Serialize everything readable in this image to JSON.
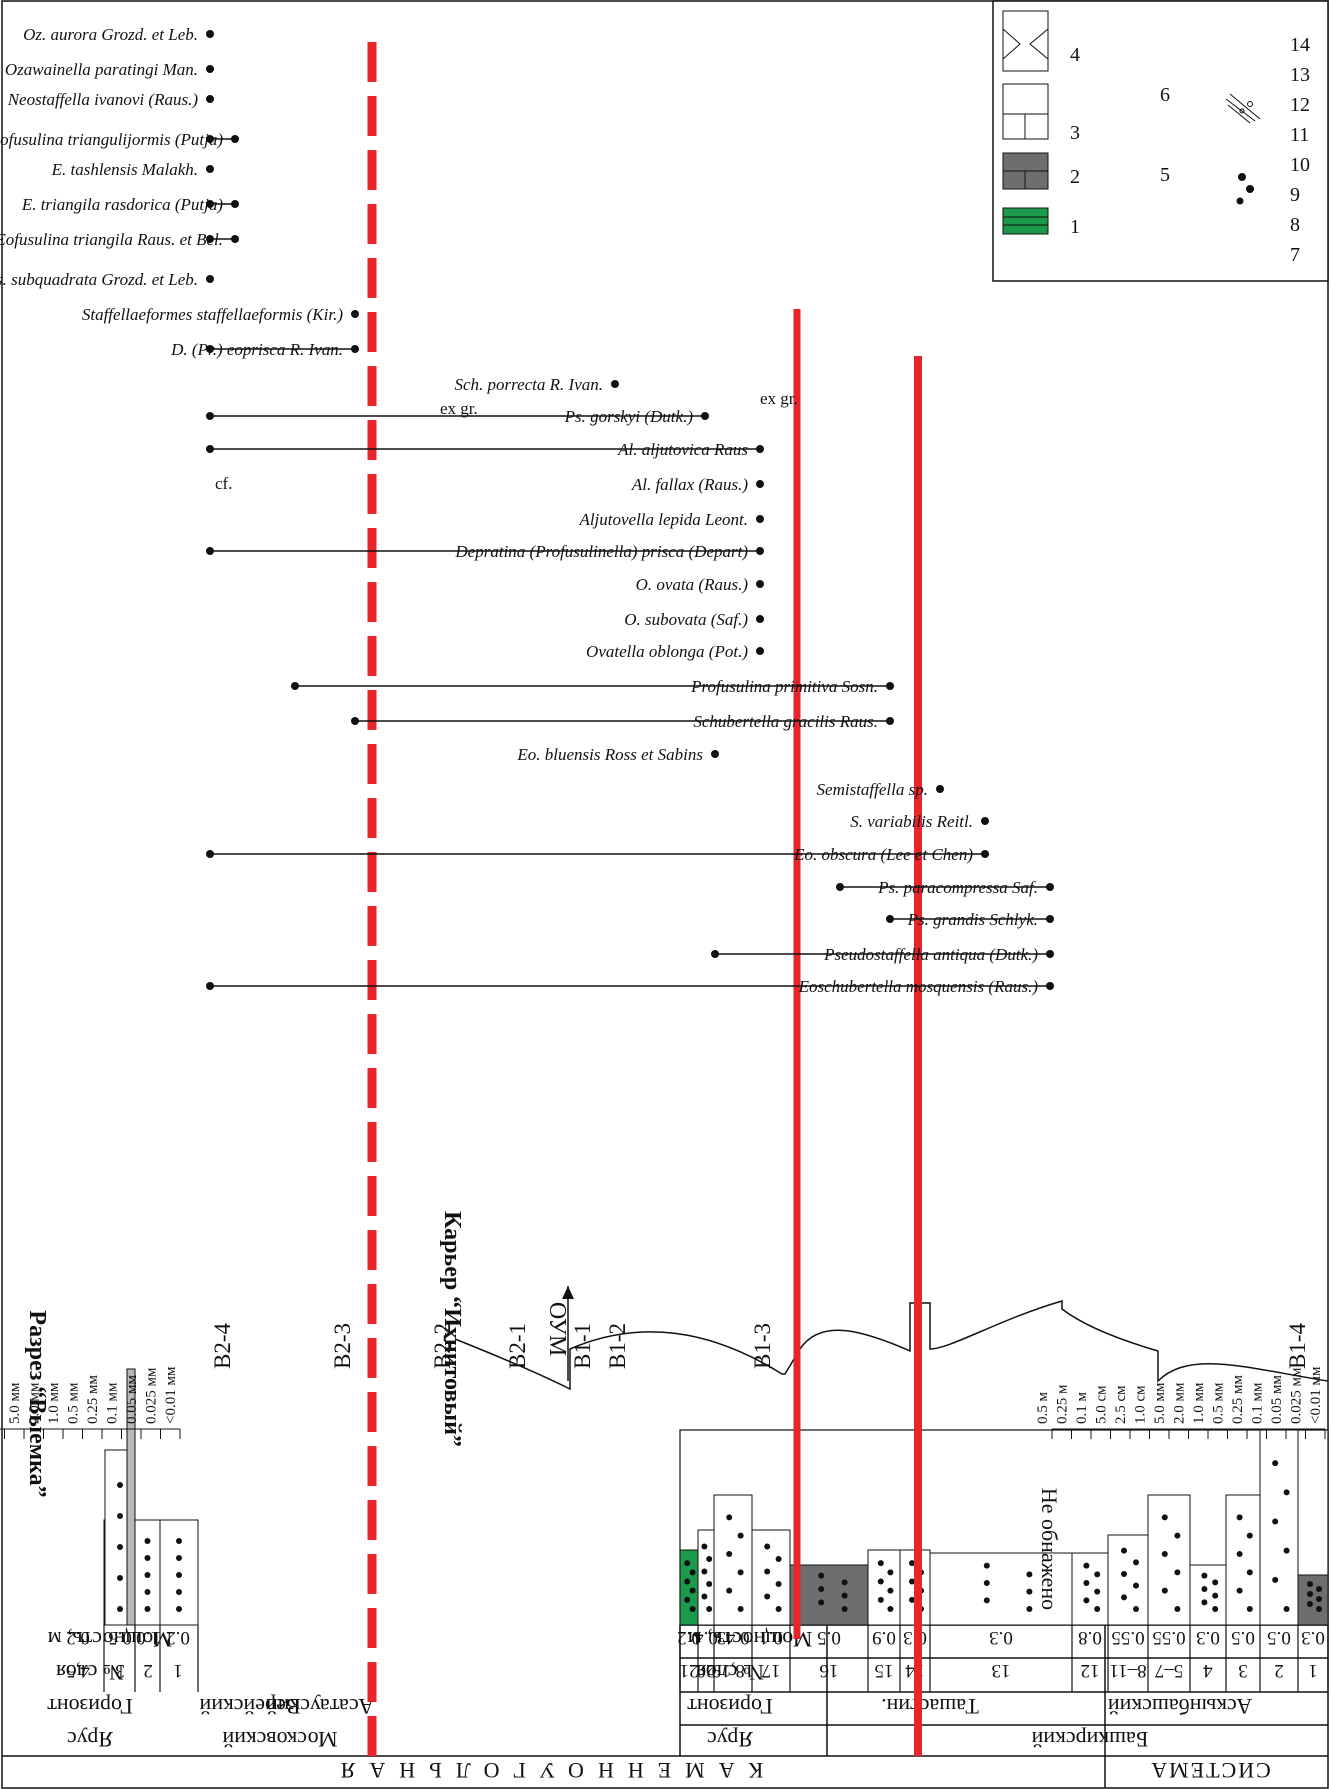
{
  "header": {
    "system_label": "СИСТЕМА",
    "system_value": "КАМЕННОУГОЛЬНАЯ",
    "stage_label": "Ярус",
    "horizon_label": "Горизонт",
    "layer_label": "№ слоя",
    "thickness_label": "Мощность, м"
  },
  "section_a": {
    "title": "Разрез “Выемка”",
    "stage": "Московский",
    "horizon": "Верейский",
    "layers": [
      "4,5",
      "3",
      "2",
      "1"
    ],
    "thickness": [
      "0.2",
      "0.5",
      "1.0",
      "0.2"
    ]
  },
  "section_b": {
    "title": "Карьер “Ихнитовый”",
    "stage": "Башкирский",
    "horizons": [
      "Асатауский",
      "Ташастин.",
      "Аскынбашский"
    ],
    "layers": [
      "21",
      "20",
      "18,19",
      "17",
      "16",
      "15",
      "14",
      "13",
      "12",
      "8–11",
      "5–7",
      "4",
      "3",
      "2",
      "1"
    ],
    "thickness": [
      "0.2",
      "0.4",
      "0.43",
      "0.1",
      "0.5",
      "0.9",
      "0.3",
      "0.3",
      "0.8",
      "0.55",
      "0.55",
      "0.3",
      "0.5",
      "0.5",
      "0.3"
    ],
    "not_exposed": "Не обнажено",
    "cycles": [
      "B2-4",
      "B2-3",
      "B2-2",
      "B2-1",
      "B1-1",
      "B1-2",
      "B1-3",
      "B1-4"
    ],
    "oum_label": "ОУМ"
  },
  "grain_scale": [
    "<0.01 мм",
    "0.025 мм",
    "0.05 мм",
    "0.1 мм",
    "0.25 мм",
    "0.5 мм",
    "1.0 мм",
    "2.0 мм",
    "5.0 мм",
    "1.0 см",
    "2.5 см",
    "5.0 см",
    "0.1 м",
    "0.25 м",
    "0.5 м"
  ],
  "taxa": [
    "Oz. aurora Grozd. et Leb.",
    "Ozawainella paratingi Man.",
    "Neostaffella ivanovi (Raus.)",
    "Paraeofusulina triangulijormis (Putja)",
    "E. tashlensis Malakh.",
    "E. triangila rasdorica (Putja)",
    "Eofusulina triangila Raus. et Bel.",
    "Ps. subquadrata Grozd. et Leb.",
    "Staffellaeformes staffellaeformis (Kir.)",
    "D. (Pr.) eoprisca R. Ivan.",
    "Sch. porrecta R. Ivan.",
    "Ps. gorskyi (Dutk.)",
    "Al. aljutovica Raus",
    "Al. fallax (Raus.)",
    "Aljutovella lepida Leont.",
    "Depratina (Profusulinella) prisca (Depart)",
    "O. ovata (Raus.)",
    "O. subovata (Saf.)",
    "Ovatella oblonga (Pot.)",
    "Profusulina primitiva Sosn.",
    "Schubertella gracilis Raus.",
    "Eo. bluensis Ross et Sabins",
    "Semistaffella sp.",
    "S. variabilis Reitl.",
    "Eo. obscura (Lee et Chen)",
    "Ps. paracompressa Saf.",
    "Ps. grandis Schlyk.",
    "Pseudostaffella antiqua (Dutk.)",
    "Eoschubertella mosquensis (Raus.)"
  ],
  "taxa_notes": {
    "ex_gr_1": "ex gr.",
    "ex_gr_2": "ex gr.",
    "cf": "cf."
  },
  "legend": {
    "numbers": [
      "1",
      "2",
      "3",
      "4",
      "5",
      "6",
      "7",
      "8",
      "9",
      "10",
      "11",
      "12",
      "13",
      "14"
    ],
    "colors": {
      "green": "#1a9a4a",
      "gray": "#6e6e6e",
      "red": "#e8252a"
    }
  }
}
